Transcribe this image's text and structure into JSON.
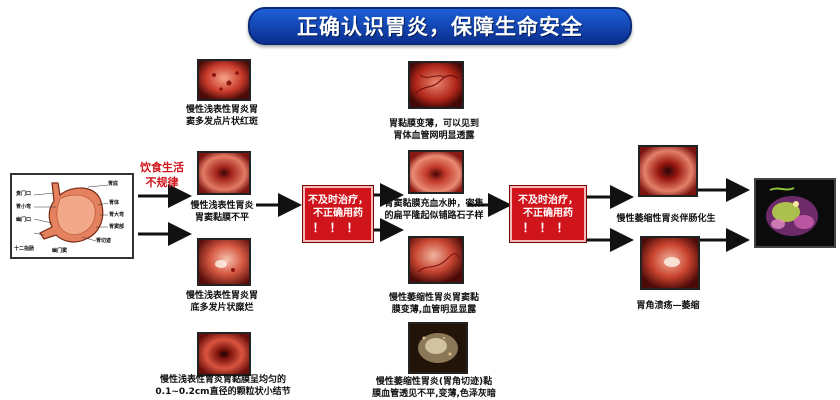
{
  "title": "正确认识胃炎，保障生命安全",
  "stomach_labels": [
    "贲门口",
    "胃底",
    "胃小弯",
    "胃体",
    "幽门口",
    "胃大弯",
    "胃窦部",
    "胃切迹",
    "十二指肠",
    "幽门窦"
  ],
  "diet_label_line1": "饮食生活",
  "diet_label_line2": "不规律",
  "stage1": [
    {
      "caption_line1": "慢性浅表性胃炎胃",
      "caption_line2": "窦多发点片状红斑"
    },
    {
      "caption_line1": "慢性浅表性胃炎",
      "caption_line2": "胃窦黏膜不平"
    },
    {
      "caption_line1": "慢性浅表性胃炎胃",
      "caption_line2": "底多发片状糜烂"
    },
    {
      "caption_line1": "慢性浅表性胃炎胃黏膜呈均匀的",
      "caption_line2": "0.1~0.2cm直径的颗粒状小结节"
    }
  ],
  "warning": {
    "line1": "不及时治疗，",
    "line2": "不正确用药",
    "bangs": "！！！"
  },
  "stage2": [
    {
      "caption_line1": "胃黏膜变薄，可以见到",
      "caption_line2": "胃体血管网明显透露"
    },
    {
      "caption_line1": "胃窦黏膜充血水肿，密集",
      "caption_line2": "的扁平隆起似铺路石子样"
    },
    {
      "caption_line1": "慢性萎缩性胃炎胃窦黏",
      "caption_line2": "膜变薄,血管明显显露"
    },
    {
      "caption_line1": "慢性萎缩性胃炎(胃角切迹)黏",
      "caption_line2": "膜血管透见不平,变薄,色泽灰暗"
    }
  ],
  "stage3": [
    {
      "caption_line1": "慢性萎缩性胃炎伴肠化生"
    },
    {
      "caption_line1": "胃角溃疡—萎缩"
    }
  ],
  "colors": {
    "banner": "#1d5fd6",
    "warning": "#d0141c",
    "diet_text": "#d0141c"
  }
}
